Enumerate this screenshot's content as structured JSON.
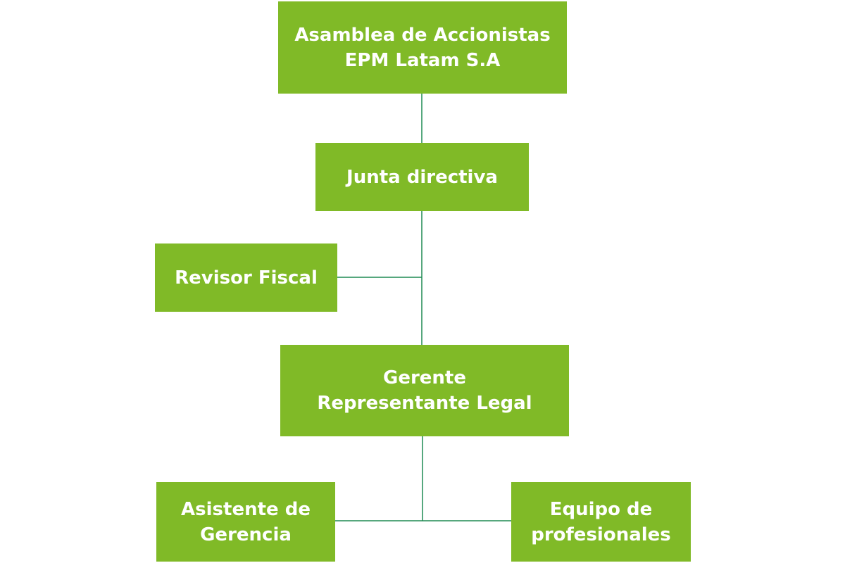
{
  "colors": {
    "node_fill": "#80ba27",
    "node_text": "#ffffff",
    "connector": "#1e8a52"
  },
  "org_chart": {
    "asamblea": {
      "line1": "Asamblea de Accionistas",
      "line2": "EPM Latam S.A"
    },
    "junta": {
      "line1": "Junta directiva"
    },
    "revisor": {
      "line1": "Revisor Fiscal"
    },
    "gerente": {
      "line1": "Gerente",
      "line2": "Representante Legal"
    },
    "asistente": {
      "line1": "Asistente de",
      "line2": "Gerencia"
    },
    "equipo": {
      "line1": "Equipo de",
      "line2": "profesionales"
    }
  },
  "connections": [
    {
      "from": "asamblea",
      "to": "junta"
    },
    {
      "from": "junta",
      "to": "gerente"
    },
    {
      "from": "revisor",
      "to": "junta-gerente-link"
    },
    {
      "from": "gerente",
      "to": "asistente"
    },
    {
      "from": "gerente",
      "to": "equipo"
    }
  ]
}
